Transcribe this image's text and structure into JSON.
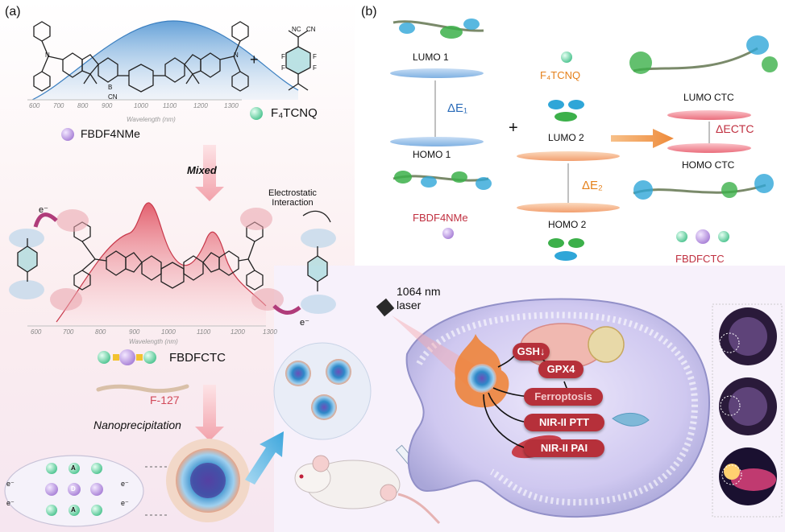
{
  "panel_a": {
    "label": "(a)",
    "plus": "+",
    "donor_name": "FBDF4NMe",
    "acceptor_name": "F₄TCNQ",
    "mixed": "Mixed",
    "electrostatic": "Electrostatic\nInteraction",
    "complex_name": "FBDFCTC",
    "f127": "F-127",
    "nanoprecip": "Nanoprecipitation",
    "axis_title": "Wavelength (nm)",
    "axis_ticks_top": [
      "600",
      "700",
      "800",
      "900",
      "1000",
      "1100",
      "1200",
      "1300"
    ],
    "axis_ticks_mid": [
      "600",
      "700",
      "800",
      "900",
      "1000",
      "1100",
      "1200",
      "1300"
    ],
    "electron": "e⁻",
    "cn": "CN",
    "nc": "NC",
    "f": "F",
    "n": "N",
    "b": "B",
    "dbox": "D",
    "abox": "A"
  },
  "panel_b": {
    "label": "(b)",
    "lumo1": "LUMO 1",
    "homo1": "HOMO 1",
    "delta1": "ΔE₁",
    "donor": "FBDF4NMe",
    "plus": "+",
    "acceptor": "F₄TCNQ",
    "lumo2": "LUMO 2",
    "homo2": "HOMO 2",
    "delta2": "ΔE₂",
    "lumo_ctc": "LUMO CTC",
    "homo_ctc": "HOMO CTC",
    "delta_ctc": "ΔECTC",
    "complex": "FBDFCTC"
  },
  "bottom": {
    "laser": "1064 nm\nlaser",
    "gsh": "GSH↓",
    "gpx4": "GPX4",
    "ferroptosis": "Ferroptosis",
    "ptt": "NIR-II PTT",
    "pai": "NIR-II PAI"
  },
  "colors": {
    "spectrum_blue": "#6fa6d8",
    "spectrum_red": "#e8707c",
    "lumo_blue": "#9ec6ec",
    "homo_orange": "#f4b78a",
    "ctc_red": "#f07f8c",
    "pill_red": "#b6303a",
    "arrow_pink": "#f3a8b0",
    "donor_purple": "#c9a9e6",
    "acceptor_green": "#8fe0b8"
  }
}
